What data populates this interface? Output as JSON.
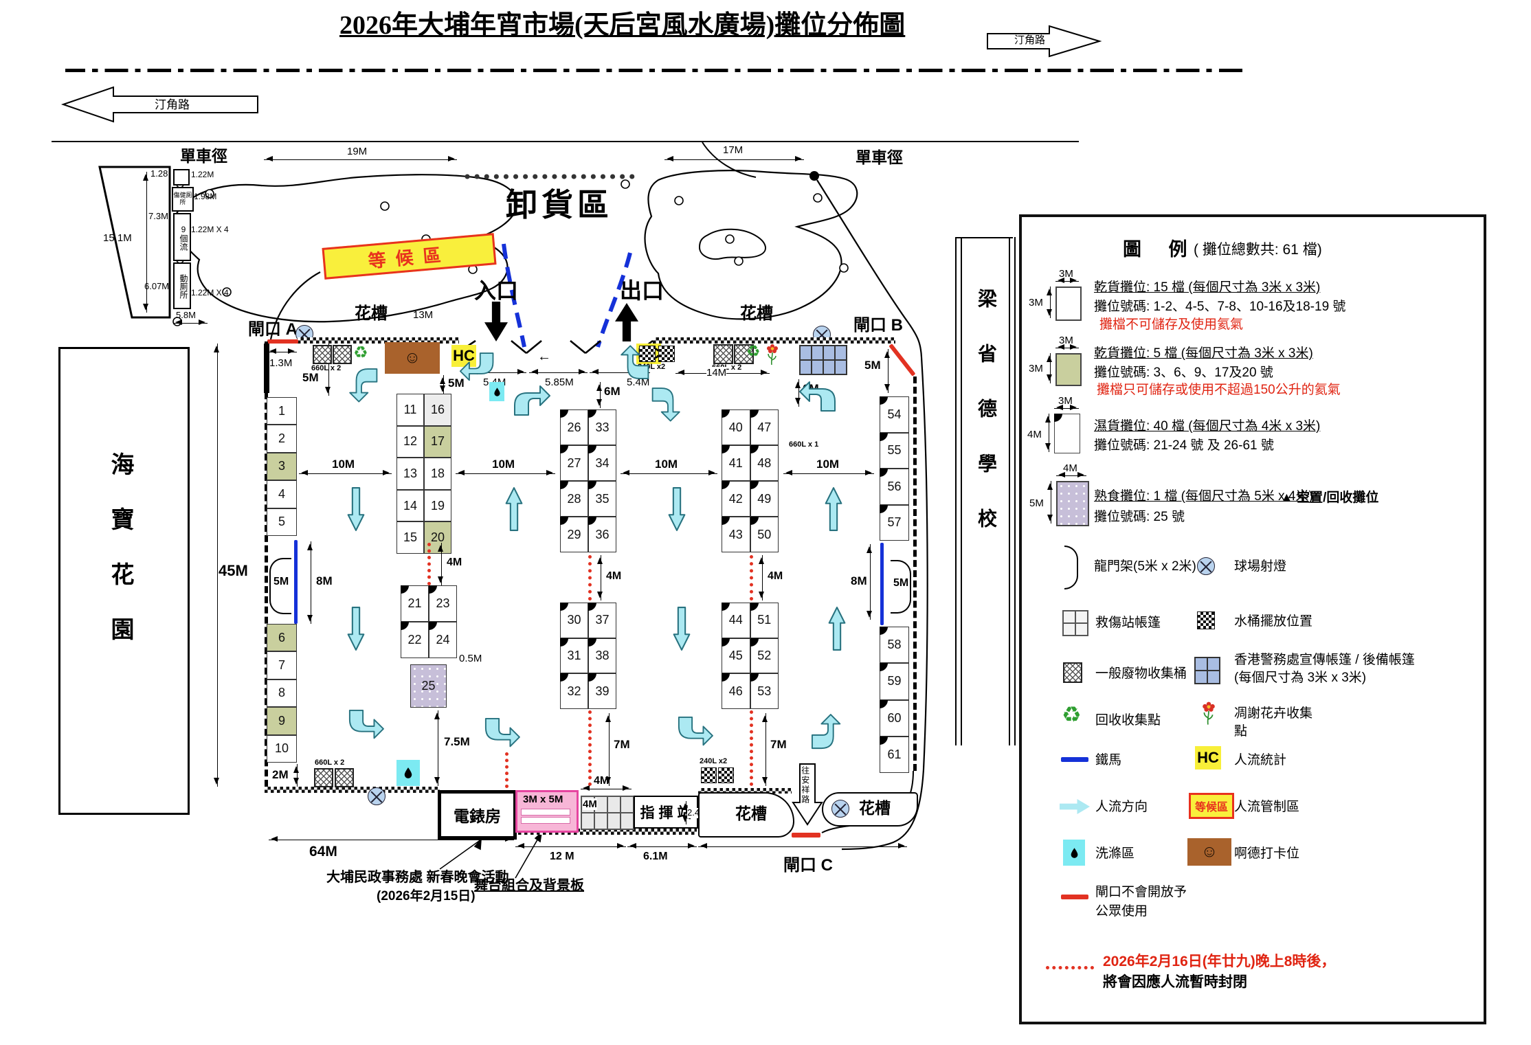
{
  "title": "2026年大埔年宵市場(天后宮風水廣場)攤位分佈圖",
  "roads": {
    "ting_kok_r": "汀角路",
    "ting_kok_l": "汀角路",
    "cycle_l": "單車徑",
    "cycle_r": "單車徑",
    "on_cheung": "往安祥路"
  },
  "top": {
    "d19": "19M",
    "d17": "17M"
  },
  "toilet": {
    "d15_1": "15.1M",
    "d1_28": "1.28",
    "d7_3": "7.3M",
    "d6_07": "6.07M",
    "d5_8": "5.8M",
    "d1_22": "1.22M",
    "d1_98": "1.98M",
    "d1_22x4a": "1.22M X 4",
    "d1_22x4b": "1.22M X 4",
    "disabled": "傷健厠所",
    "mobile9": "9個流",
    "mobile2": "動厠所"
  },
  "site": {
    "unloading": "卸貨區",
    "waiting": "等候區",
    "entrance": "入口",
    "exit": "出口",
    "planter1": "花槽",
    "planter2": "花槽",
    "planter3": "花槽",
    "planter4": "花槽",
    "gateA": "閘口 A",
    "gateB": "閘口 B",
    "gateC": "閘口 C",
    "hc1": "HC",
    "hc2": "HC",
    "garden": "海寶花園",
    "school": "梁省德學校",
    "meter": "電錶房",
    "command": "指 揮 站",
    "stage": "3M x 5M",
    "stage_note": "舞台組合及背景板",
    "event1": "大埔民政事務處 新春晚會活動",
    "event2": "(2026年2月15日)"
  },
  "bins": {
    "b660x2_a": "660L x 2",
    "b660x2_b": "660L x 2",
    "b660x2_c": "660L x 2",
    "b660x1": "660L x 1",
    "b240x2_a": "240L x2",
    "b240x2_b": "240L x2"
  },
  "dims": {
    "d13": "13M",
    "d5_4a": "5.4M",
    "d5_85": "5.85M",
    "d5_4b": "5.4M",
    "d6a": "6M",
    "d6b": "6M",
    "d14": "14M",
    "d5a": "5M",
    "d5b": "5M",
    "d5c": "5M",
    "d5d": "5M",
    "d5e": "5M",
    "d1_3": "1.3M",
    "d45": "45M",
    "d10a": "10M",
    "d10b": "10M",
    "d10c": "10M",
    "d10d": "10M",
    "d8a": "8M",
    "d8b": "8M",
    "d4a": "4M",
    "d4b": "4M",
    "d4c": "4M",
    "d4d": "4M",
    "d4e": "4M",
    "d0_5": "0.5M",
    "d7_5": "7.5M",
    "d7a": "7M",
    "d7b": "7M",
    "d2": "2M",
    "d64": "64M",
    "d12": "12 M",
    "d6_1": "6.1M",
    "d2_44": "2.44M",
    "d4f": "4"
  },
  "stalls": {
    "green": [
      3,
      6,
      9,
      17,
      20
    ],
    "grey": [
      16
    ],
    "cooked": [
      25
    ],
    "wet_min": 21,
    "blocks": [
      {
        "id": "col-a",
        "cells": [
          [
            1
          ],
          [
            2
          ],
          [
            3
          ],
          [
            4
          ],
          [
            5
          ]
        ]
      },
      {
        "id": "col-b",
        "cells": [
          [
            6
          ],
          [
            7
          ],
          [
            8
          ],
          [
            9
          ],
          [
            10
          ]
        ]
      },
      {
        "id": "mid1",
        "cells": [
          [
            11,
            16
          ],
          [
            12,
            17
          ],
          [
            13,
            18
          ],
          [
            14,
            19
          ],
          [
            15,
            20
          ]
        ]
      },
      {
        "id": "b21",
        "cells": [
          [
            21,
            23
          ],
          [
            22,
            24
          ]
        ]
      },
      {
        "id": "b25",
        "cells": [
          [
            25
          ]
        ]
      },
      {
        "id": "b26",
        "cells": [
          [
            26,
            33
          ],
          [
            27,
            34
          ],
          [
            28,
            35
          ],
          [
            29,
            36
          ]
        ]
      },
      {
        "id": "b30",
        "cells": [
          [
            30,
            37
          ],
          [
            31,
            38
          ],
          [
            32,
            39
          ]
        ]
      },
      {
        "id": "b40",
        "cells": [
          [
            40,
            47
          ],
          [
            41,
            48
          ],
          [
            42,
            49
          ],
          [
            43,
            50
          ]
        ]
      },
      {
        "id": "b44",
        "cells": [
          [
            44,
            51
          ],
          [
            45,
            52
          ],
          [
            46,
            53
          ]
        ]
      },
      {
        "id": "colr-a",
        "cells": [
          [
            54
          ],
          [
            55
          ],
          [
            56
          ],
          [
            57
          ]
        ]
      },
      {
        "id": "colr-b",
        "cells": [
          [
            58
          ],
          [
            59
          ],
          [
            60
          ],
          [
            61
          ]
        ]
      }
    ]
  },
  "legend": {
    "title": "圖  例",
    "total": "( 攤位總數共: 61 檔)",
    "dry1": {
      "w": "3M",
      "h": "3M",
      "l1": "乾貨攤位: 15 檔 (每個尺寸為 3米 x 3米)",
      "l2": "攤位號碼: 1-2、4-5、7-8、10-16及18-19 號",
      "l3": "攤檔不可儲存及使用氦氣"
    },
    "dry2": {
      "w": "3M",
      "h": "3M",
      "l1": "乾貨攤位: 5 檔 (每個尺寸為 3米 x 3米)",
      "l2": "攤位號碼: 3、6、9、17及20 號",
      "l3": "攤檔只可儲存或使用不超過150公升的氦氣"
    },
    "wet": {
      "w": "3M",
      "h": "4M",
      "l1": "濕貨攤位: 40 檔 (每個尺寸為 4米 x 3米)",
      "l2": "攤位號碼: 21-24 號 及 26-61 號"
    },
    "cooked": {
      "w": "4M",
      "h": "5M",
      "l1": "熟食攤位: 1 檔 (每個尺寸為 5米 x 4米)",
      "l2": "攤位號碼: 25 號",
      "vacant": "▲ 空置/回收攤位"
    },
    "gantry": "龍門架(5米 x 2米)",
    "light": "球場射燈",
    "aid": "救傷站帳篷",
    "bucket": "水桶擺放位置",
    "waste": "一般廢物收集桶",
    "police1": "香港警務處宣傳帳篷 / 後備帳篷",
    "police2": "(每個尺寸為 3米 x 3米)",
    "recycle": "回收收集點",
    "flower1": "凋謝花卉收集",
    "flower2": "點",
    "barrier": "鐵馬",
    "hc": "HC",
    "hc_label": "人流統計",
    "flow": "人流方向",
    "wait_badge": "等候區",
    "control": "人流管制區",
    "wash": "洗滌區",
    "photo": "啊德打卡位",
    "gate1": "閘口不會開放予",
    "gate2": "公眾使用",
    "close_red": "2026年2月16日(年廿九)晚上8時後，",
    "close_black": "將會因應人流暫時封閉"
  }
}
